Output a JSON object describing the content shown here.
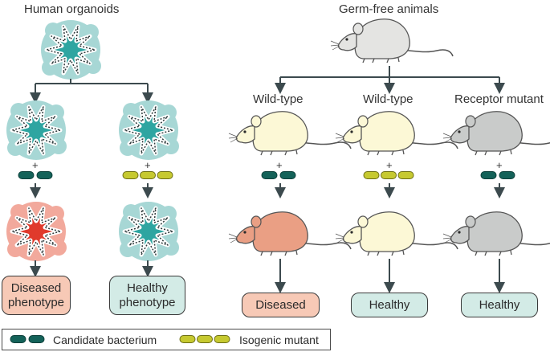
{
  "titles": {
    "left": "Human organoids",
    "right": "Germ-free animals"
  },
  "column_labels": {
    "wild_type_1": "Wild-type",
    "wild_type_2": "Wild-type",
    "receptor_mutant": "Receptor mutant"
  },
  "symbols": {
    "plus": "+"
  },
  "outcomes": {
    "organoid_diseased_line1": "Diseased",
    "organoid_diseased_line2": "phenotype",
    "organoid_healthy_line1": "Healthy",
    "organoid_healthy_line2": "phenotype",
    "mouse_diseased": "Diseased",
    "mouse_healthy_1": "Healthy",
    "mouse_healthy_2": "Healthy"
  },
  "legend": {
    "candidate": "Candidate bacterium",
    "isogenic": "Isogenic mutant"
  },
  "colors": {
    "organoid_teal": "#2ea5a1",
    "organoid_halo": "#a7d7d5",
    "diseased_red": "#e03a2c",
    "diseased_halo": "#f2a99c",
    "bacterium_dark": "#146259",
    "bacterium_mutant": "#c6c930",
    "mouse_grey": "#e4e4e2",
    "mouse_cream": "#fcf8d6",
    "mouse_salmon": "#ea9f84",
    "mouse_mutant": "#c9cbca",
    "pink_box": "#f7c9b6",
    "mint_box": "#d3ebe6",
    "arrow": "#3c4a4e"
  }
}
